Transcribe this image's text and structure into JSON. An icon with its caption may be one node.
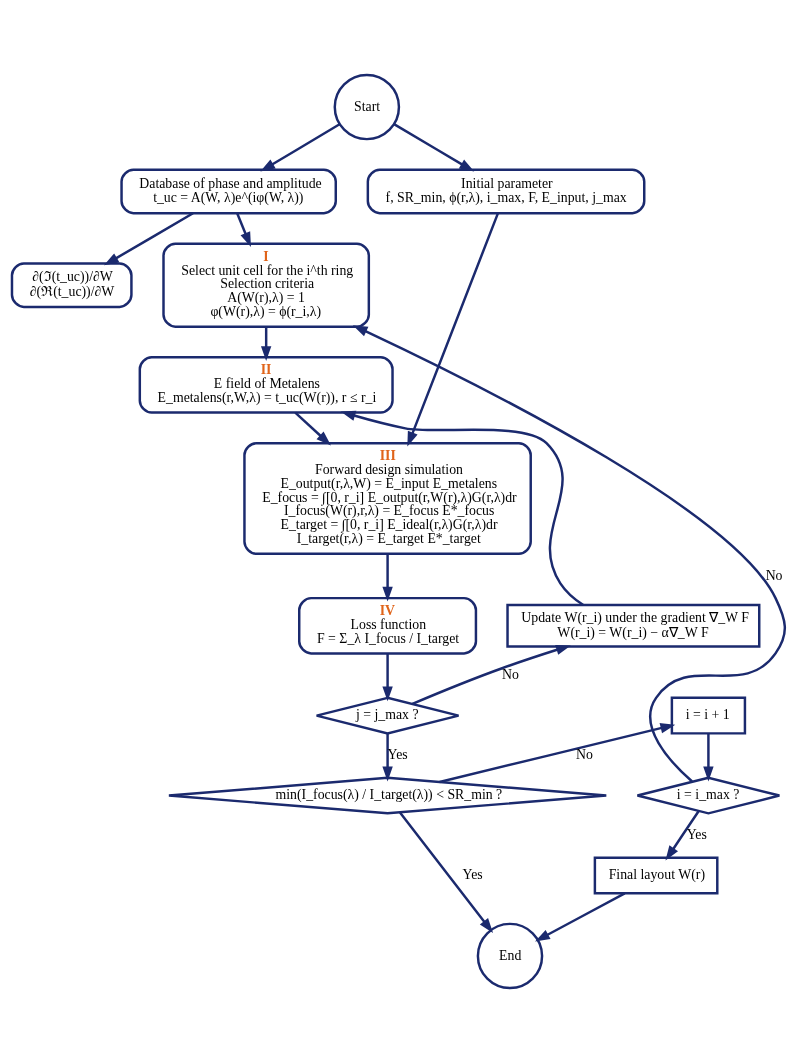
{
  "diagram": {
    "nodes": [
      {
        "text": [
          "Start"
        ]
      },
      {
        "text": [
          "Database of phase and amplitude",
          "t_uc = A(W, λ)e^(iφ(W, λ))"
        ]
      },
      {
        "text": [
          "Initial parameter",
          "f, SR_min, ϕ(r,λ), i_max, F, E_input, j_max"
        ]
      },
      {
        "text": [
          "∂(ℑ(t_uc))/∂W",
          "∂(ℜ(t_uc))/∂W"
        ]
      },
      {
        "text": [
          "III",
          "Forward design simulation",
          "E_output(r,λ,W) = E_input E_metalens",
          "E_focus = ∫[0, r_i] E_output(r,W(r),λ)G(r,λ)dr",
          "I_focus(W(r),r,λ) = E_focus E*_focus",
          "E_target = ∫[0, r_i] E_ideal(r,λ)G(r,λ)dr",
          "I_target(r,λ) = E_target E*_target"
        ]
      },
      {
        "text": [
          "I",
          "Select unit cell for the i^th ring",
          "Selection criteria",
          "A(W(r),λ) = 1",
          "φ(W(r),λ) = ϕ(r_i,λ)"
        ]
      },
      {
        "text": [
          "II",
          "E field of Metalens",
          "E_metalens(r,W,λ) = t_uc(W(r)), r ≤ r_i"
        ]
      },
      {
        "text": [
          "IV",
          "Loss function",
          "F = Σ_λ I_focus / I_target"
        ]
      },
      {
        "text": [
          "Update W(r_i) under the gradient ∇_W F",
          "W(r_i) = W(r_i) − α∇_W F"
        ]
      },
      {
        "text": [
          "j = j_max ?"
        ]
      },
      {
        "text": [
          "i = i + 1"
        ]
      },
      {
        "text": [
          "i = i_max ?"
        ]
      },
      {
        "text": [
          "min(I_focus(λ) / I_target(λ)) < SR_min ?"
        ]
      },
      {
        "text": [
          "Final layout W(r)"
        ]
      },
      {
        "text": [
          "End"
        ]
      }
    ],
    "edges": [
      {
        "from": 0,
        "to": 1,
        "arrow": "to"
      },
      {
        "from": 0,
        "to": 2,
        "arrow": "to"
      },
      {
        "from": 1,
        "to": 3,
        "arrow": "to"
      },
      {
        "from": 1,
        "to": 5,
        "arrow": "to"
      },
      {
        "from": 2,
        "to": 4,
        "arrow": "to"
      },
      {
        "from": 5,
        "to": 6,
        "arrow": "to"
      },
      {
        "from": 6,
        "to": 4,
        "arrow": "to"
      },
      {
        "from": 4,
        "to": 7,
        "arrow": "to"
      },
      {
        "from": 7,
        "to": 9,
        "arrow": "to"
      },
      {
        "from": 9,
        "to": 8,
        "arrow": "to",
        "label": "No"
      },
      {
        "from": 8,
        "to": 6,
        "arrow": "to"
      },
      {
        "from": 9,
        "to": 12,
        "arrow": "to",
        "label": "Yes"
      },
      {
        "from": 12,
        "to": 10,
        "arrow": "to",
        "label": "No"
      },
      {
        "from": 10,
        "to": 11,
        "arrow": "to"
      },
      {
        "from": 11,
        "to": 5,
        "arrow": "to",
        "label": "No"
      },
      {
        "from": 11,
        "to": 13,
        "arrow": "to",
        "label": "Yes"
      },
      {
        "from": 13,
        "to": 14,
        "arrow": "to"
      },
      {
        "from": 12,
        "to": 14,
        "arrow": "to",
        "label": "Yes"
      }
    ]
  }
}
